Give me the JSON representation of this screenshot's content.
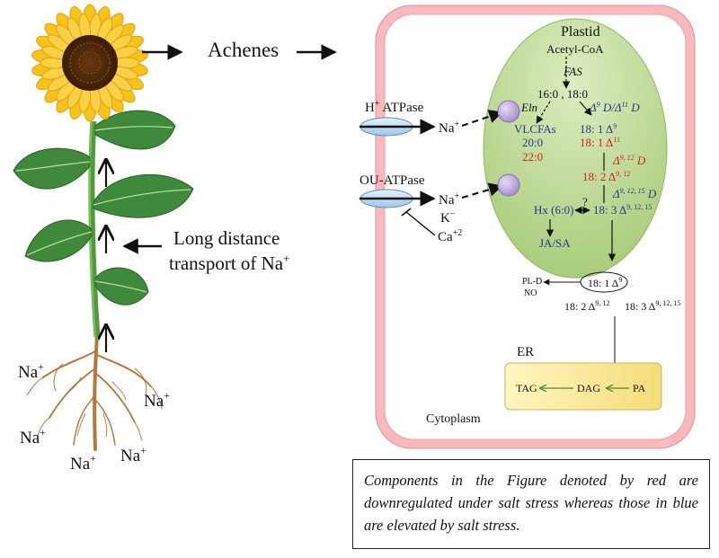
{
  "plant": {
    "achenes": "Achenes",
    "transport_line1": "Long distance",
    "transport_line2": "transport of Na",
    "transport_sup": "+",
    "sodium_labels": [
      "Na",
      "Na",
      "Na",
      "Na",
      "Na"
    ],
    "sodium_sup": "+"
  },
  "membrane": {
    "h_atpase": "H",
    "h_atpase_sup": "+",
    "h_atpase_rest": " ATPase",
    "ou_atpase": "OU-ATPase",
    "na_top": "Na",
    "na_mid": "Na",
    "na_sup": "+",
    "k_ion": "K",
    "k_sup": "−",
    "ca_ion": "Ca",
    "ca_sup": "+2"
  },
  "plastid": {
    "title": "Plastid",
    "acetyl": "Acetyl-CoA",
    "fas": "FAS",
    "fa16_18": "16:0 , 18:0",
    "eln": "Eln",
    "d9": "Δ",
    "d9_sup": "9",
    "d9_rest": " D/Δ",
    "d11_sup": "11",
    "d_letter": " D",
    "vlcfas": "VLCFAs",
    "c20": "20:0",
    "c22": "22:0",
    "f18_1_d9": "18: 1 Δ",
    "f18_1_d9_sup": "9",
    "f18_1_d11": "18: 1 Δ",
    "f18_1_d11_sup": "11",
    "d912": "Δ",
    "d912_sup": "9, 12",
    "d912_D": " D",
    "f18_2": "18: 2 Δ",
    "f18_2_sup": "9, 12",
    "d91215": "Δ",
    "d91215_sup": "9, 12, 15",
    "d91215_D": " D",
    "hx": "Hx (6:0)",
    "question": "?",
    "f18_3": "18: 3 Δ",
    "f18_3_sup": "9, 12, 15",
    "jasa": "JA/SA"
  },
  "cytoplasm": {
    "label": "Cytoplasm",
    "pld": "PL-D",
    "no": "NO",
    "f18_1": "18: 1 Δ",
    "f18_1_sup": "9",
    "f18_2": "18: 2 Δ",
    "f18_2_sup": "9, 12",
    "f18_3": "18: 3 Δ",
    "f18_3_sup": "9, 12, 15"
  },
  "er": {
    "label": "ER",
    "tag": "TAG",
    "dag": "DAG",
    "pa": "PA"
  },
  "caption": "Components in the Figure denoted by red are downregulated under salt stress whereas those in blue are elevated by salt stress.",
  "colors": {
    "red": "#e01b1b",
    "blue": "#1f3b8c",
    "cell_wall": "#f4a9ad",
    "plastid_fill": "#c8dfa6",
    "er_fill": "#fbe89a",
    "leaf": "#3f8a3a",
    "petal": "#f7c21a",
    "root": "#b07a3c"
  }
}
